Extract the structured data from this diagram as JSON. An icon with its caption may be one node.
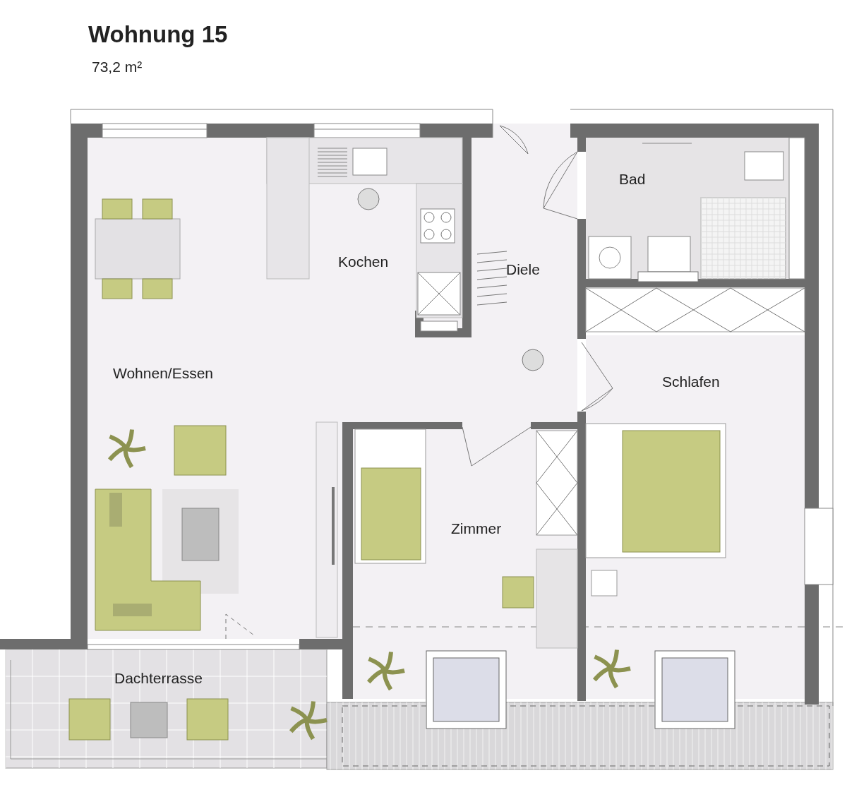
{
  "diagram": {
    "title": "Wohnung 15",
    "labels": [
      "73,2 m²",
      "Bad",
      "Kochen",
      "Diele",
      "Wohnen/Essen",
      "Schlafen",
      "Zimmer",
      "Dachterrasse"
    ]
  }
}
